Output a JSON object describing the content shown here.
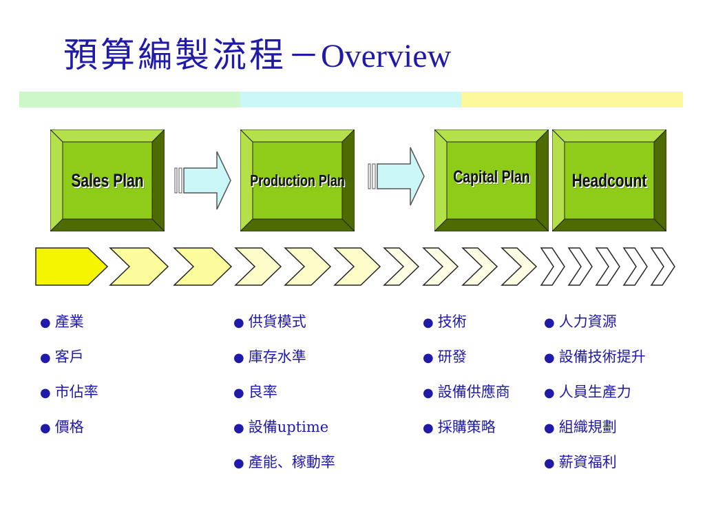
{
  "title": {
    "cjk": "預算編製流程",
    "dash": "－",
    "en": "Overview"
  },
  "colors": {
    "title": "#1f1aa8",
    "band_green": "#ccf7c9",
    "band_cyan": "#ccf7f9",
    "band_yellow": "#fcf89b",
    "box_face": "#8fcc19",
    "box_bevel_light": "#b4e04a",
    "box_bevel_dark": "#4d6b00",
    "arrow_fill": "#ccf7f9",
    "chevron_yellow": "#f5f500",
    "chevron_light_yellow": "#fcfc9d",
    "chevron_pale_yellow": "#fdfdca",
    "chevron_cream": "#fefee4",
    "chevron_white": "#ffffff"
  },
  "boxes": [
    {
      "label": "Sales Plan"
    },
    {
      "label": "Production Plan"
    },
    {
      "label": "Capital Plan"
    },
    {
      "label": "Headcount"
    }
  ],
  "columns": [
    {
      "items": [
        "產業",
        "客戶",
        "市佔率",
        "價格"
      ]
    },
    {
      "items": [
        "供貨模式",
        "庫存水準",
        "良率",
        "設備uptime",
        "產能、稼動率"
      ]
    },
    {
      "items": [
        "技術",
        "研發",
        "設備供應商",
        "採購策略"
      ]
    },
    {
      "items": [
        "人力資源",
        "設備技術提升",
        "人員生產力",
        "組織規劃",
        "薪資福利"
      ]
    }
  ]
}
